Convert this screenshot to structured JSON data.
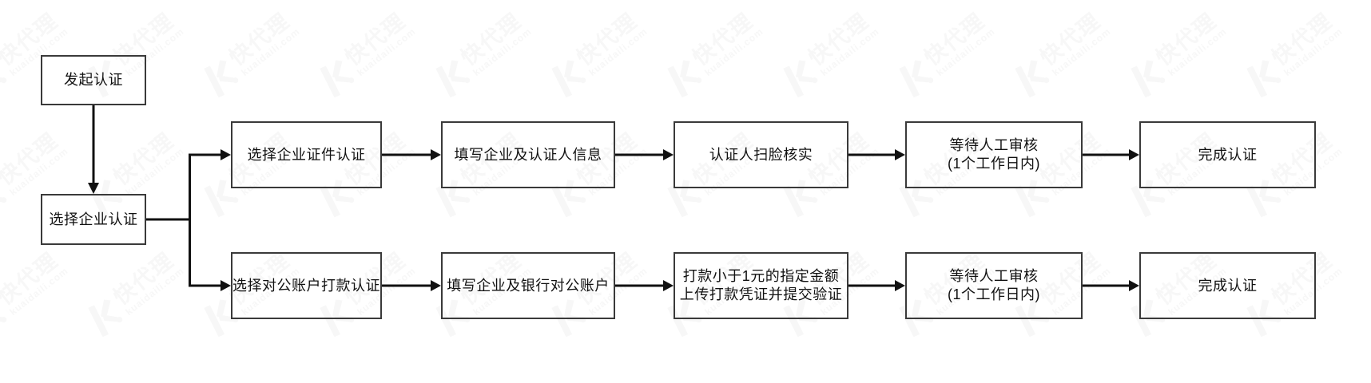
{
  "diagram": {
    "background_color": "#ffffff",
    "line_color": "#111111",
    "box_border_color": "#3a3a3a",
    "nodes": {
      "start": {
        "label": "发起认证"
      },
      "select_type": {
        "label": "选择企业认证"
      },
      "branch_certificate": [
        {
          "label": "选择企业证件认证"
        },
        {
          "label": "填写企业及认证人信息"
        },
        {
          "label": "认证人扫脸核实"
        },
        {
          "label": "等待人工审核",
          "label2": "(1个工作日内)"
        },
        {
          "label": "完成认证"
        }
      ],
      "branch_bank_transfer": [
        {
          "label": "选择对公账户打款认证"
        },
        {
          "label": "填写企业及银行对公账户"
        },
        {
          "label": "打款小于1元的指定金额",
          "label2": "上传打款凭证并提交验证"
        },
        {
          "label": "等待人工审核",
          "label2": "(1个工作日内)"
        },
        {
          "label": "完成认证"
        }
      ]
    }
  },
  "watermark": {
    "brand": "快代理",
    "domain": "kuaidaili.com",
    "logo_letter": "K",
    "color": "#f7f7f7"
  }
}
